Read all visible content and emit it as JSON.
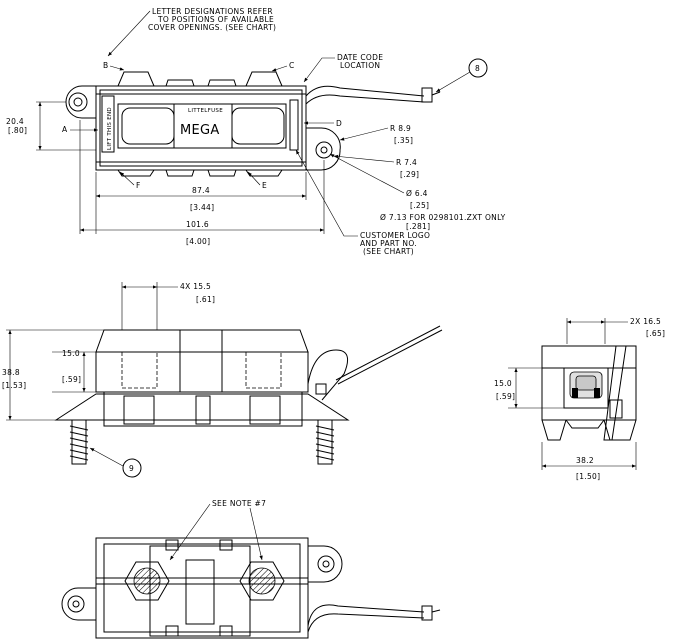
{
  "top_view": {
    "note_letters": [
      "LETTER DESIGNATIONS REFER",
      "TO POSITIONS OF AVAILABLE",
      "COVER OPENINGS.  (SEE CHART)"
    ],
    "date_code": [
      "DATE CODE",
      "LOCATION"
    ],
    "label_b": "B",
    "label_c": "C",
    "label_d": "D",
    "label_a": "A",
    "label_f": "F",
    "label_e": "E",
    "balloon_8": "8",
    "dim_height": "20.4",
    "dim_height_in": "[.80]",
    "dim_r1": "R 8.9",
    "dim_r1_in": "[.35]",
    "dim_r2": "R 7.4",
    "dim_r2_in": "[.29]",
    "dim_hole": "Ø  6.4",
    "dim_hole_in": "[.25]",
    "dim_hole_alt": "Ø 7.13 FOR 0298101.ZXT ONLY",
    "dim_hole_alt_in": "[.281]",
    "dim_inner": "87.4",
    "dim_inner_in": "[3.44]",
    "dim_overall": "101.6",
    "dim_overall_in": "[4.00]",
    "customer_logo": [
      "CUSTOMER LOGO",
      "AND PART NO.",
      "(SEE CHART)"
    ],
    "lift_label": "LIFT THIS END",
    "brand_small": "LITTELFUSE",
    "brand": "MEGA"
  },
  "side_view": {
    "dim_top": "4X 15.5",
    "dim_top_in": "[.61]",
    "dim_height": "38.8",
    "dim_height_in": "[1.53]",
    "dim_mid": "15.0",
    "dim_mid_in": "[.59]",
    "balloon_9": "9"
  },
  "end_view": {
    "dim_top": "2X 16.5",
    "dim_top_in": "[.65]",
    "dim_mid": "15.0",
    "dim_mid_in": "[.59]",
    "dim_width": "38.2",
    "dim_width_in": "[1.50]"
  },
  "bottom_view": {
    "note": "SEE NOTE #7"
  }
}
